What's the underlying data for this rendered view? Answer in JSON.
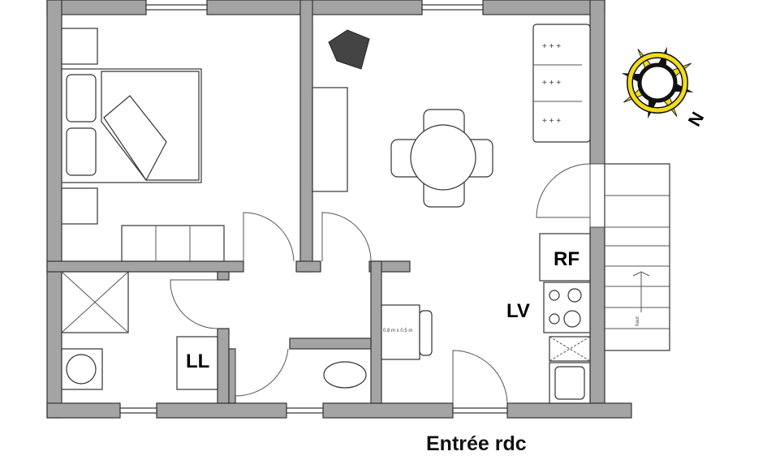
{
  "plan": {
    "caption": "Entrée rdc",
    "labels": {
      "refrigerator": "RF",
      "dishwasher": "LV",
      "washing_machine": "LL"
    },
    "desk_dimension": "0.8 m x 0.5 m",
    "stairs_direction": "haut",
    "compass_letter": "N"
  },
  "colors": {
    "wall": "#a4a4a4",
    "compass": "#f2dc1c"
  }
}
